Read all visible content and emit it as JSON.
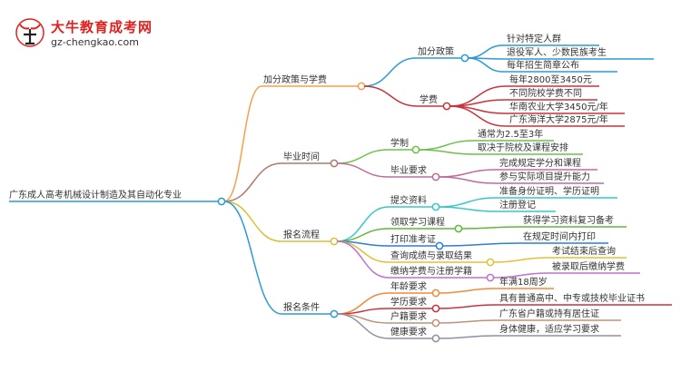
{
  "header": {
    "title": "大牛教育成考网",
    "url": "gz-chengkao.com"
  },
  "mindmap": {
    "root": "广东成人高考机械设计制造及其自动化专业",
    "branches": [
      {
        "label": "加分政策与学费",
        "color": "#f5a04a",
        "children": [
          {
            "label": "加分政策",
            "color": "#2a9bd6",
            "children": [
              "针对特定人群",
              "退役军人、少数民族考生",
              "每年招生简章公布"
            ]
          },
          {
            "label": "学费",
            "color": "#c8333d",
            "children": [
              "每年2800至3450元",
              "不同院校学费不同",
              "华南农业大学3450元/年",
              "广东海洋大学2875元/年"
            ]
          }
        ]
      },
      {
        "label": "毕业时间",
        "color": "#b07a6a",
        "children": [
          {
            "label": "学制",
            "color": "#6cc04a",
            "children": [
              "通常为2.5至3年",
              "取决于院校及课程安排"
            ]
          },
          {
            "label": "毕业要求",
            "color": "#c06a9a",
            "children": [
              "完成规定学分和课程",
              "参与实际项目提升能力"
            ]
          }
        ]
      },
      {
        "label": "报名流程",
        "color": "#d6c23a",
        "children": [
          {
            "label": "提交资料",
            "color": "#3ac6c6",
            "children": [
              "准备身份证明、学历证明",
              "注册登记"
            ]
          },
          {
            "label": "领取学习课程",
            "color": "#5fb83a",
            "children": [
              "获得学习资料复习备考"
            ]
          },
          {
            "label": "打印准考证",
            "color": "#2a7fd6",
            "children": [
              "在规定时间内打印"
            ]
          },
          {
            "label": "查询成绩与录取结果",
            "color": "#e0c23a",
            "children": [
              "考试结束后查询"
            ]
          },
          {
            "label": "缴纳学费与注册学籍",
            "color": "#c070d0",
            "children": [
              "被录取后缴纳学费"
            ]
          }
        ]
      },
      {
        "label": "报名条件",
        "color": "#2a9ad6",
        "children": [
          {
            "label": "年龄要求",
            "color": "#f08a3a",
            "children": [
              "年满18周岁"
            ]
          },
          {
            "label": "学历要求",
            "color": "#c8333d",
            "children": [
              "具有普通高中、中专或技校毕业证书"
            ]
          },
          {
            "label": "户籍要求",
            "color": "#c0907a",
            "children": [
              "广东省户籍或持有居住证"
            ]
          },
          {
            "label": "健康要求",
            "color": "#9090a0",
            "children": [
              "身体健康，适应学习要求"
            ]
          }
        ]
      }
    ]
  }
}
